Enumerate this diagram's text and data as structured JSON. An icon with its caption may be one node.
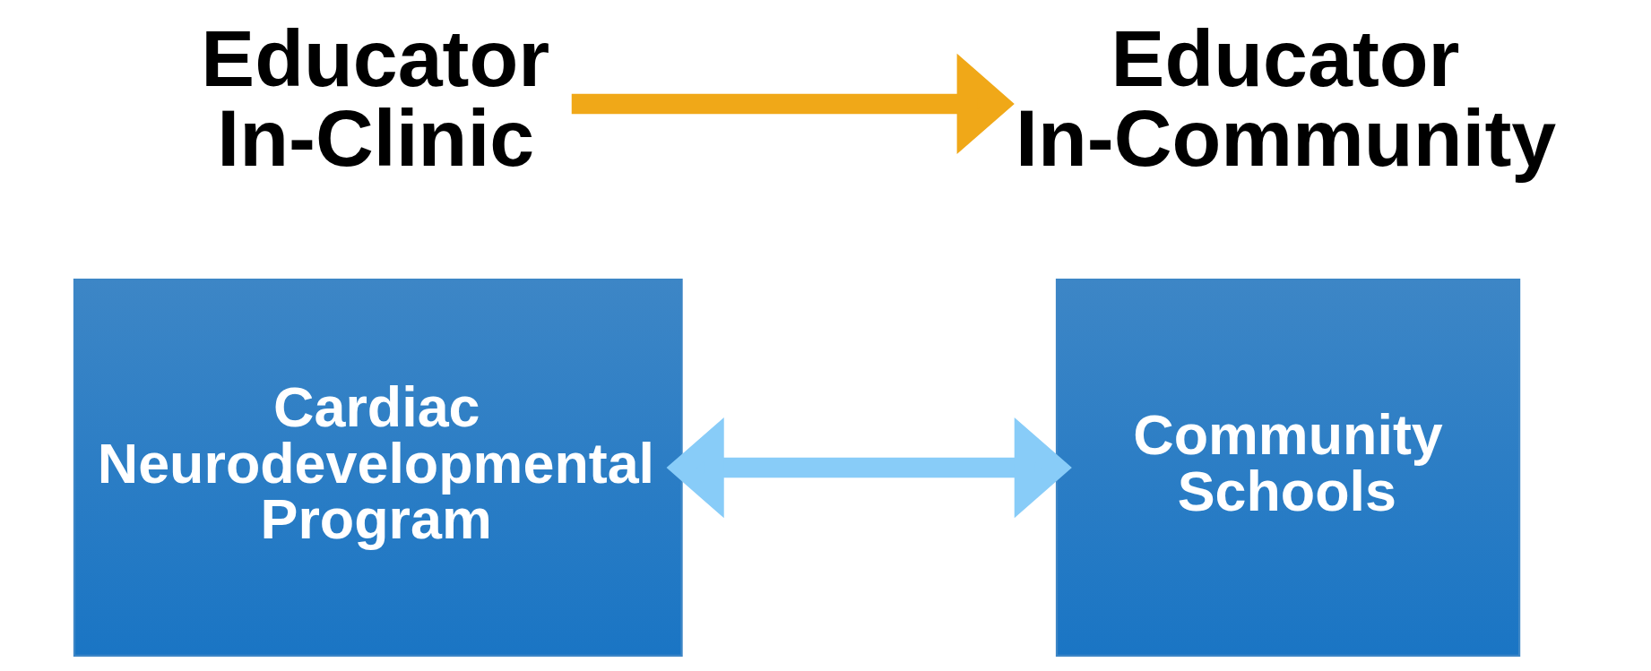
{
  "diagram": {
    "nodes": [
      {
        "text": [
          "Educator In-Clinic"
        ]
      },
      {
        "text": [
          "Educator In-Community"
        ]
      },
      {
        "text": [
          "Cardiac Neurodevelopmental Program"
        ]
      },
      {
        "text": [
          "Community Schools"
        ]
      }
    ],
    "edges": [
      {
        "from": 0,
        "to": 1,
        "arrow": "to",
        "color": "#f0a818"
      },
      {
        "from": 2,
        "to": 3,
        "arrow": "both",
        "color": "#88ccf8"
      }
    ]
  }
}
